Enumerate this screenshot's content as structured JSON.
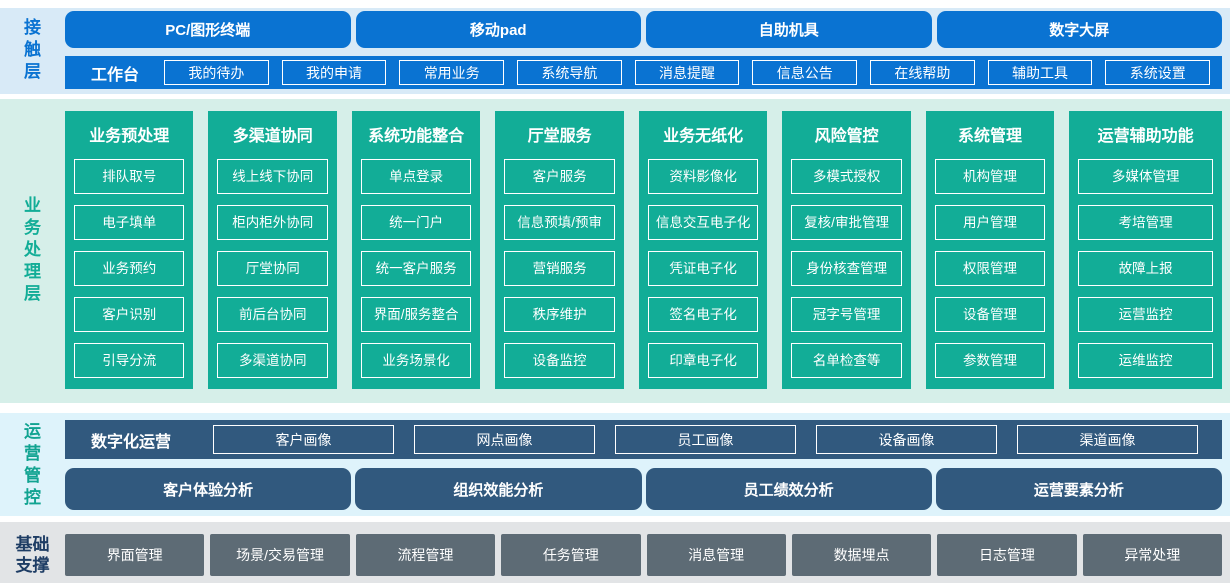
{
  "colors": {
    "blue": "#0a73d2",
    "bg-blue": "#d8eaf7",
    "green": "#12ad97",
    "bg-green": "#d6efe9",
    "slate": "#31597e",
    "bg-cyan": "#def3fb",
    "teal": "#11a391",
    "gray": "#5d6b75",
    "bg-gray": "#e2e4e6",
    "navy": "#1d3c64"
  },
  "layers": {
    "contact": {
      "label": "接触层",
      "devices": [
        "PC/图形终端",
        "移动pad",
        "自助机具",
        "数字大屏"
      ],
      "workbench": {
        "label": "工作台",
        "items": [
          "我的待办",
          "我的申请",
          "常用业务",
          "系统导航",
          "消息提醒",
          "信息公告",
          "在线帮助",
          "辅助工具",
          "系统设置"
        ]
      }
    },
    "business": {
      "label": "业务处理层",
      "columns": [
        {
          "title": "业务预处理",
          "items": [
            "排队取号",
            "电子填单",
            "业务预约",
            "客户识别",
            "引导分流"
          ]
        },
        {
          "title": "多渠道协同",
          "items": [
            "线上线下协同",
            "柜内柜外协同",
            "厅堂协同",
            "前后台协同",
            "多渠道协同"
          ]
        },
        {
          "title": "系统功能整合",
          "items": [
            "单点登录",
            "统一门户",
            "统一客户服务",
            "界面/服务整合",
            "业务场景化"
          ]
        },
        {
          "title": "厅堂服务",
          "items": [
            "客户服务",
            "信息预填/预审",
            "营销服务",
            "秩序维护",
            "设备监控"
          ]
        },
        {
          "title": "业务无纸化",
          "items": [
            "资料影像化",
            "信息交互电子化",
            "凭证电子化",
            "签名电子化",
            "印章电子化"
          ]
        },
        {
          "title": "风险管控",
          "items": [
            "多模式授权",
            "复核/审批管理",
            "身份核查管理",
            "冠字号管理",
            "名单检查等"
          ]
        },
        {
          "title": "系统管理",
          "items": [
            "机构管理",
            "用户管理",
            "权限管理",
            "设备管理",
            "参数管理"
          ]
        },
        {
          "title": "运营辅助功能",
          "items": [
            "多媒体管理",
            "考培管理",
            "故障上报",
            "运营监控",
            "运维监控"
          ]
        }
      ]
    },
    "ops": {
      "label": "运营管控",
      "digital": {
        "label": "数字化运营",
        "items": [
          "客户画像",
          "网点画像",
          "员工画像",
          "设备画像",
          "渠道画像"
        ]
      },
      "analysis": [
        "客户体验分析",
        "组织效能分析",
        "员工绩效分析",
        "运营要素分析"
      ]
    },
    "base": {
      "label": "基础支撑",
      "items": [
        "界面管理",
        "场景/交易管理",
        "流程管理",
        "任务管理",
        "消息管理",
        "数据埋点",
        "日志管理",
        "异常处理"
      ]
    }
  }
}
